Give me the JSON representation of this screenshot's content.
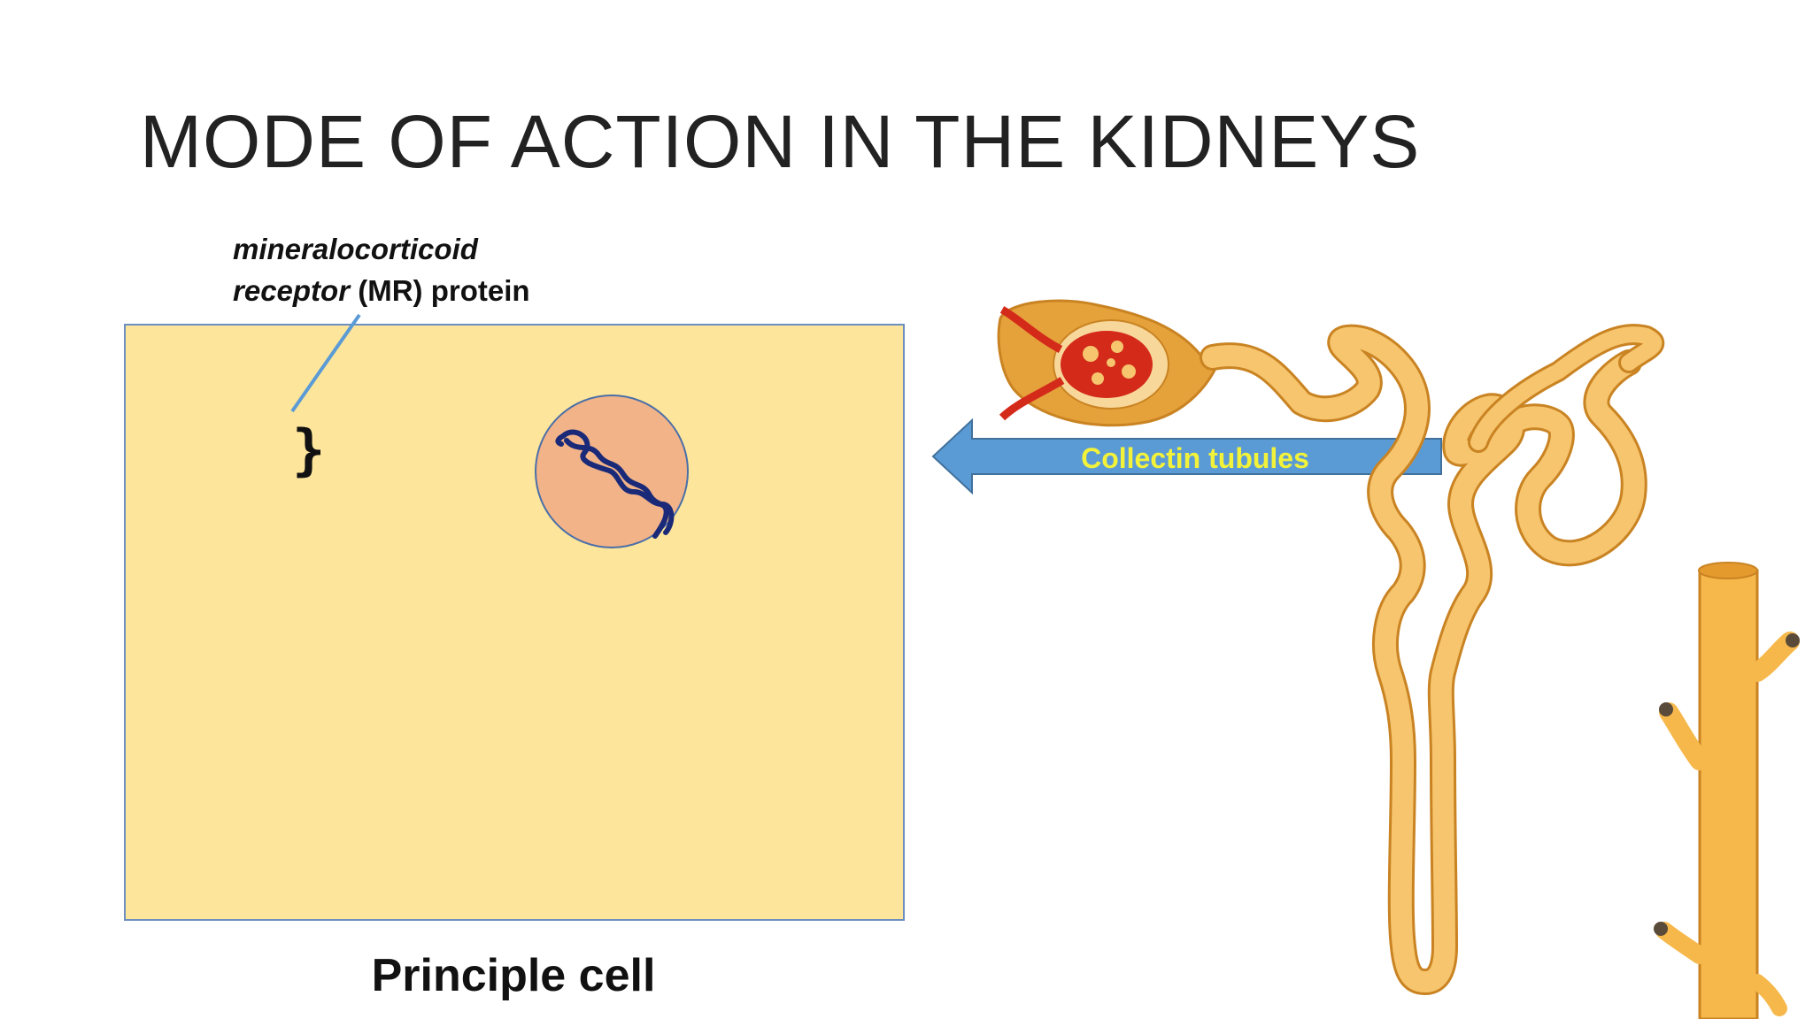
{
  "slide": {
    "title": "MODE OF ACTION IN THE KIDNEYS"
  },
  "receptor_label": {
    "italic_line_1": "mineralocorticoid",
    "italic_line_2": "receptor",
    "rest_line_2": " (MR) protein",
    "marker_glyph": "}"
  },
  "cell": {
    "caption": "Principle cell",
    "fill_color": "#fde59b",
    "nucleus_color": "#f2b388",
    "dna_color": "#1a2a78"
  },
  "arrow": {
    "label": "Collectin tubules",
    "fill_color": "#5b9bd5",
    "label_color": "#f2f23a"
  },
  "nephron": {
    "tubule_color": "#f6c56e",
    "vessel_color": "#d42a1a"
  }
}
